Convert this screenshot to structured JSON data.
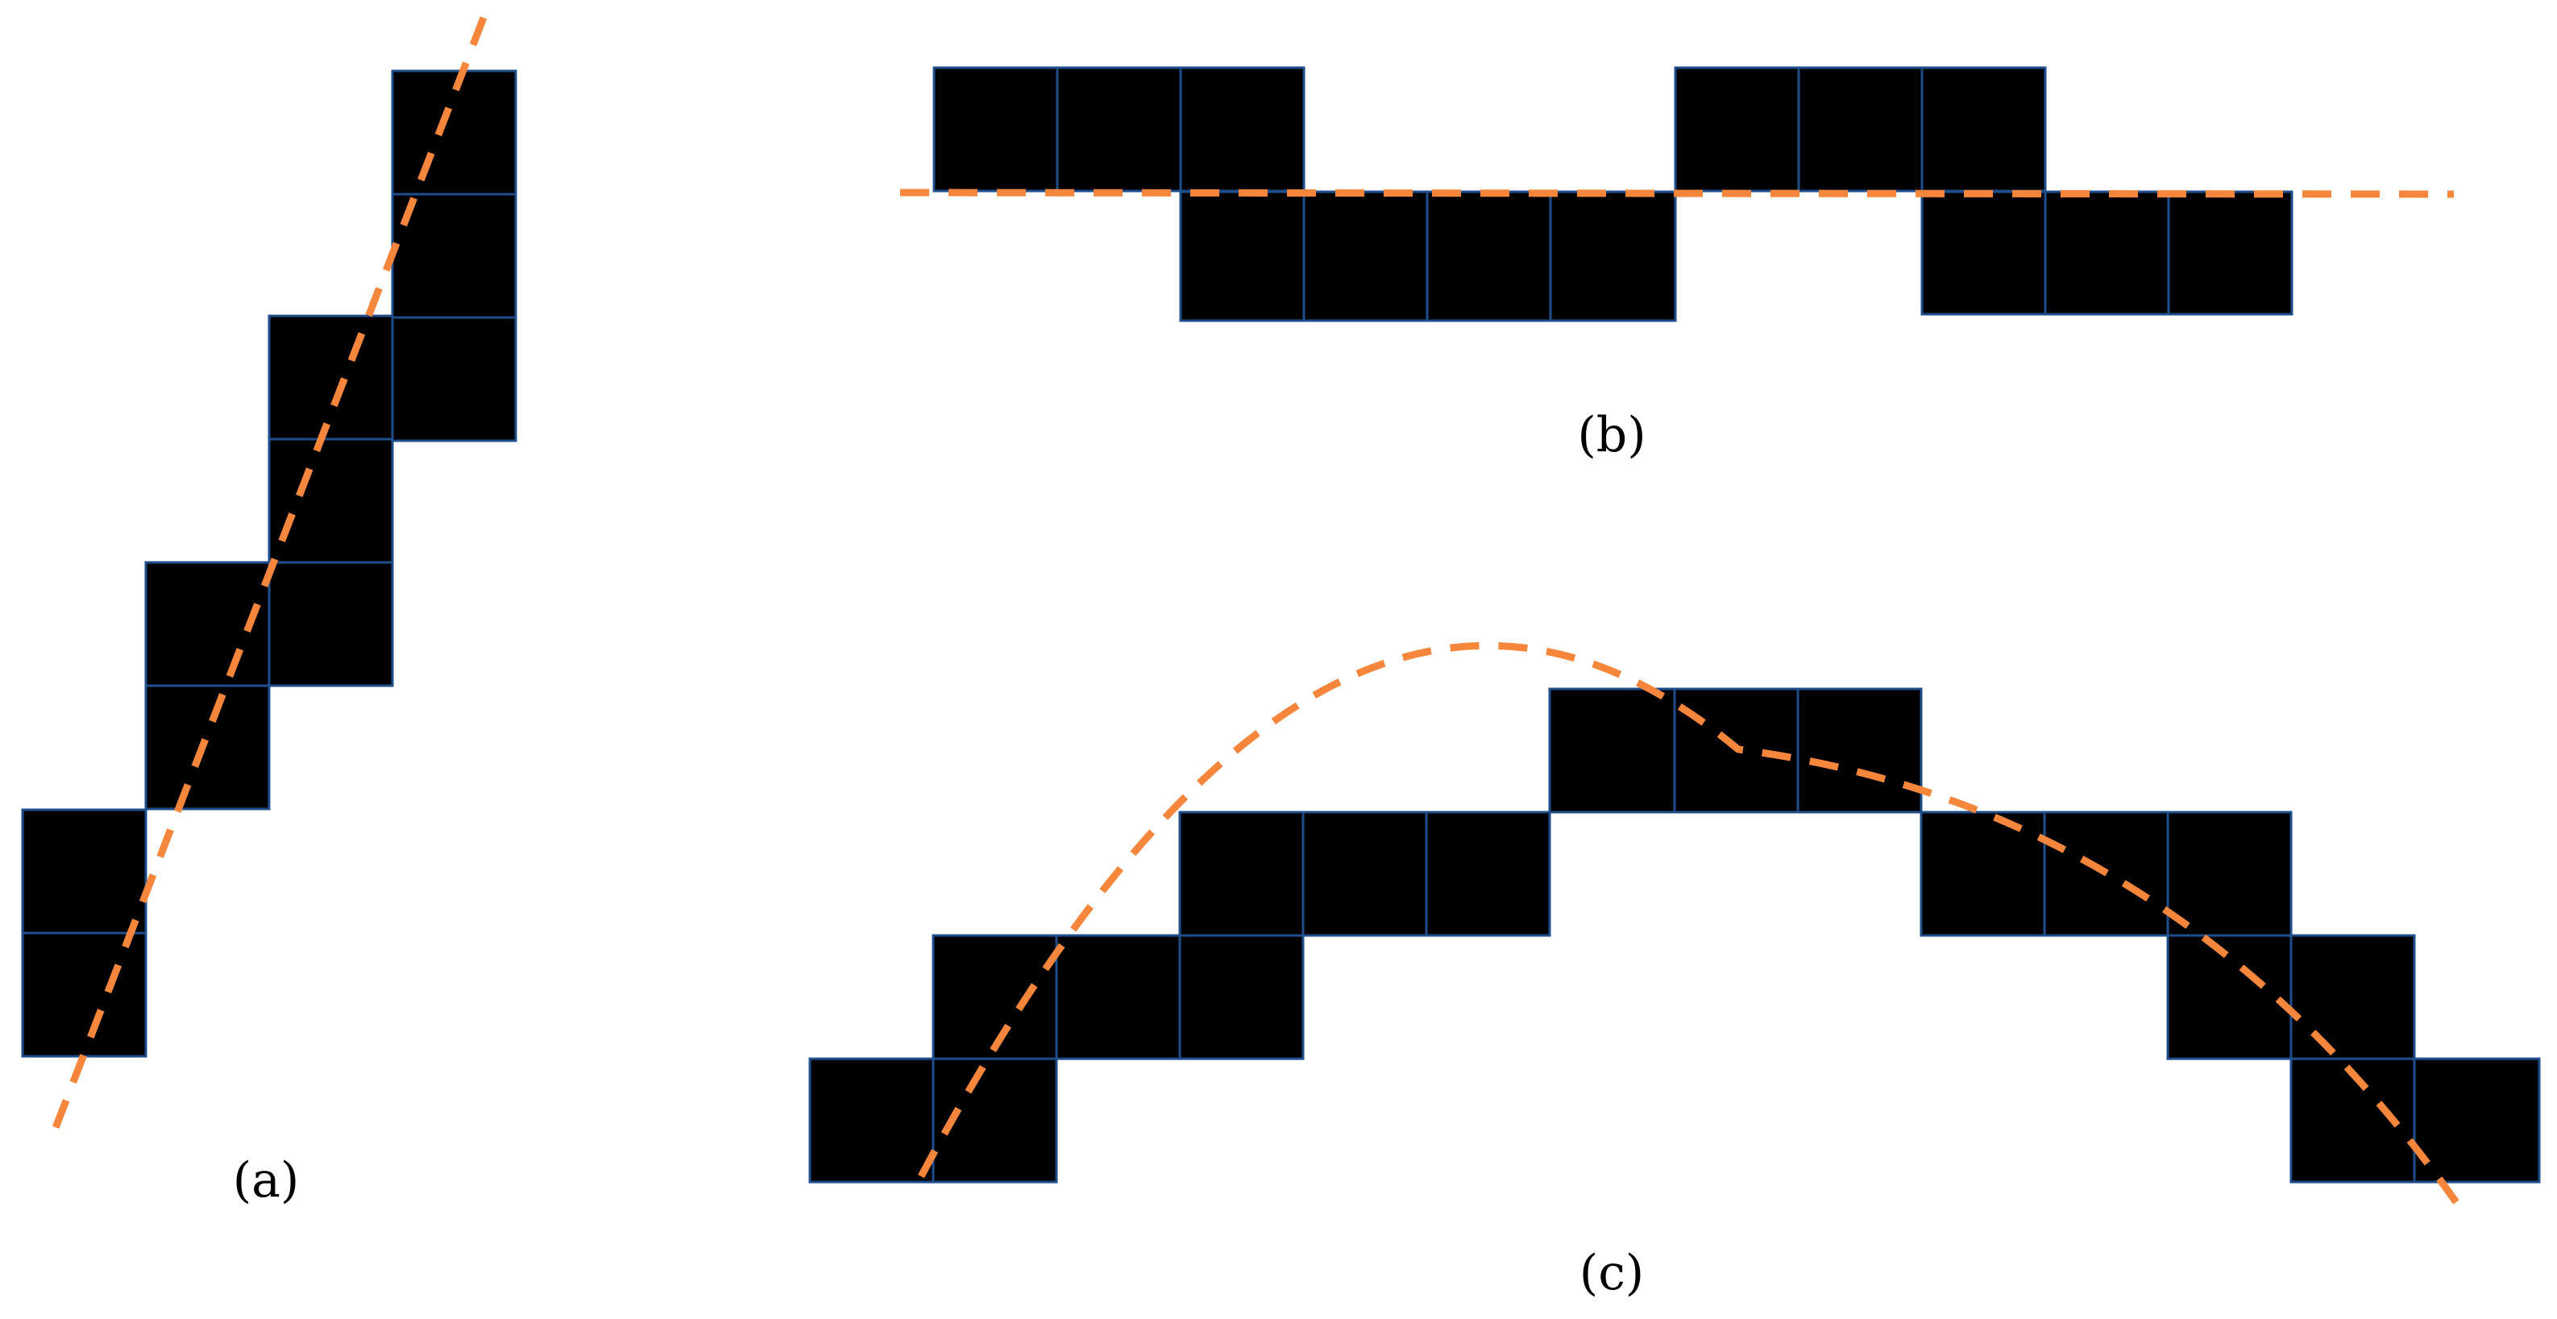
{
  "panels": [
    {
      "id": "a",
      "label": "(a)"
    },
    {
      "id": "b",
      "label": "(b)"
    },
    {
      "id": "c",
      "label": "(c)"
    }
  ],
  "colors": {
    "cell_fill": "#000000",
    "cell_border": "#1f4e8c",
    "guide_line": "#f5863b",
    "background": "#ffffff"
  }
}
